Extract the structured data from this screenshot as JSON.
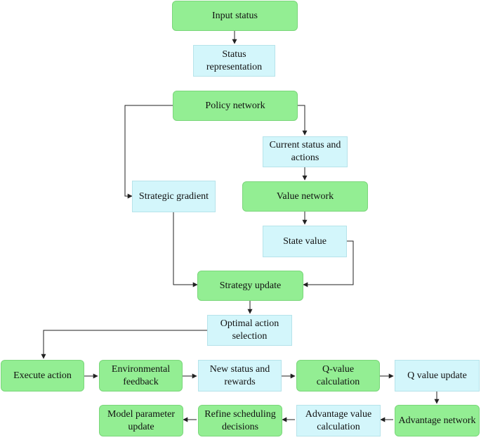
{
  "nodes": {
    "input_status": "Input status",
    "status_representation": "Status representation",
    "policy_network": "Policy network",
    "current_status_actions": "Current status and actions",
    "strategic_gradient": "Strategic gradient",
    "value_network": "Value network",
    "state_value": "State value",
    "strategy_update": "Strategy update",
    "optimal_action_selection": "Optimal action selection",
    "execute_action": "Execute action",
    "environmental_feedback": "Environmental feedback",
    "new_status_rewards": "New status and rewards",
    "q_value_calculation": "Q-value calculation",
    "q_value_update": "Q value update",
    "advantage_network": "Advantage network",
    "advantage_value_calculation": "Advantage value calculation",
    "refine_scheduling_decisions": "Refine scheduling decisions",
    "model_parameter_update": "Model parameter update"
  },
  "colors": {
    "green_fill": "#93ee93",
    "blue_fill": "#d3f6fb",
    "line": "#222222"
  }
}
